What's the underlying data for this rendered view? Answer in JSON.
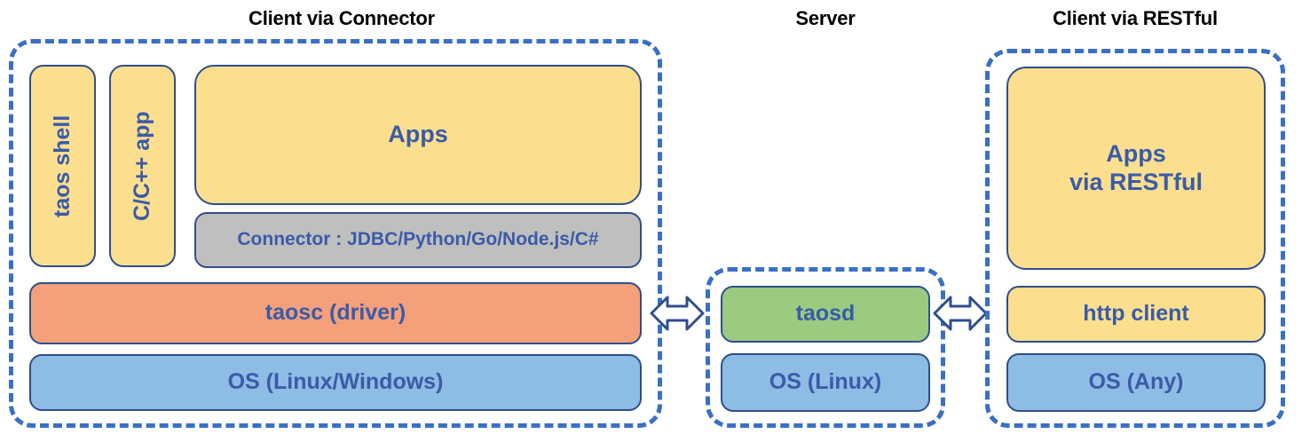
{
  "diagram": {
    "title_client_connector": "Client via Connector",
    "title_server": "Server",
    "title_client_restful": "Client via RESTful"
  },
  "client_connector": {
    "taos_shell": "taos shell",
    "cpp_app": "C/C++ app",
    "apps": "Apps",
    "connector": "Connector : JDBC/Python/Go/Node.js/C#",
    "taosc": "taosc (driver)",
    "os": "OS (Linux/Windows)"
  },
  "server": {
    "taosd": "taosd",
    "os": "OS (Linux)"
  },
  "client_restful": {
    "apps_line1": "Apps",
    "apps_line2": "via RESTful",
    "http_client": "http client",
    "os": "OS (Any)"
  },
  "connections": {
    "left_arrow": "bidirectional-arrow",
    "right_arrow": "bidirectional-arrow"
  },
  "colors": {
    "dashed_border": "#3A6FC4",
    "box_border": "#2F4E8C",
    "text_blue": "#3A5BA8",
    "yellow": "#FCDF8E",
    "gray": "#BFBFBF",
    "orange": "#F4A07A",
    "blue": "#8DBCE4",
    "green": "#9ACB81",
    "title_black": "#000000"
  }
}
